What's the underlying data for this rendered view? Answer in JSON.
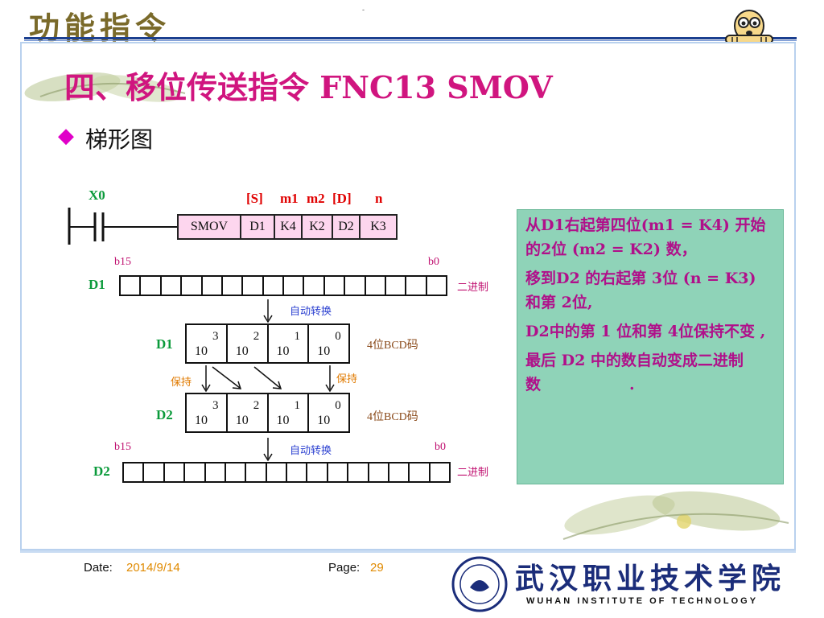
{
  "header": {
    "title": "功能指令",
    "small_mark": "-"
  },
  "slide": {
    "title": "四、移位传送指令  FNC13   SMOV",
    "bullet": "梯形图"
  },
  "diagram": {
    "contact": "X0",
    "operand_labels": {
      "s": "[S]",
      "m1": "m1",
      "m2": "m2",
      "d": "[D]",
      "n": "n"
    },
    "instruction": [
      "SMOV",
      "D1",
      "K4",
      "K2",
      "D2",
      "K3"
    ],
    "top_reg": {
      "msb": "b15",
      "lsb": "b0",
      "name": "D1",
      "type": "二进制",
      "cells": 16
    },
    "convert_top": "自动转换",
    "bcd_d1": {
      "name": "D1",
      "type": "4位BCD码",
      "digits": [
        {
          "b": "10",
          "e": "3"
        },
        {
          "b": "10",
          "e": "2"
        },
        {
          "b": "10",
          "e": "1"
        },
        {
          "b": "10",
          "e": "0"
        }
      ]
    },
    "hold_left": "保持",
    "hold_right": "保持",
    "bcd_d2": {
      "name": "D2",
      "type": "4位BCD码",
      "digits": [
        {
          "b": "10",
          "e": "3"
        },
        {
          "b": "10",
          "e": "2"
        },
        {
          "b": "10",
          "e": "1"
        },
        {
          "b": "10",
          "e": "0"
        }
      ]
    },
    "convert_bottom": "自动转换",
    "bottom_reg": {
      "msb": "b15",
      "lsb": "b0",
      "name": "D2",
      "type": "二进制",
      "cells": 16
    }
  },
  "info": {
    "lines": [
      "从D1右起第四位(m1 = K4) 开始的2位 (m2 = K2) 数，",
      "移到D2 的右起第 3位 (n = K3) 和第 2位,",
      "D2中的第 1 位和第 4位保持不变 ,",
      "最后 D2 中的数自动变成二进制数"
    ],
    "trailing_dot": "."
  },
  "footer": {
    "date_label": "Date:",
    "date": "2014/9/14",
    "page_label": "Page:",
    "page": "29",
    "school_cn": "武汉职业技术学院",
    "school_en": "WUHAN INSTITUTE OF TECHNOLOGY"
  },
  "colors": {
    "title": "#d0157f",
    "info_bg": "#8fd3b8",
    "info_text": "#b0108a",
    "header_rule": "#1b3f8f",
    "accent_orange": "#e08a00"
  }
}
